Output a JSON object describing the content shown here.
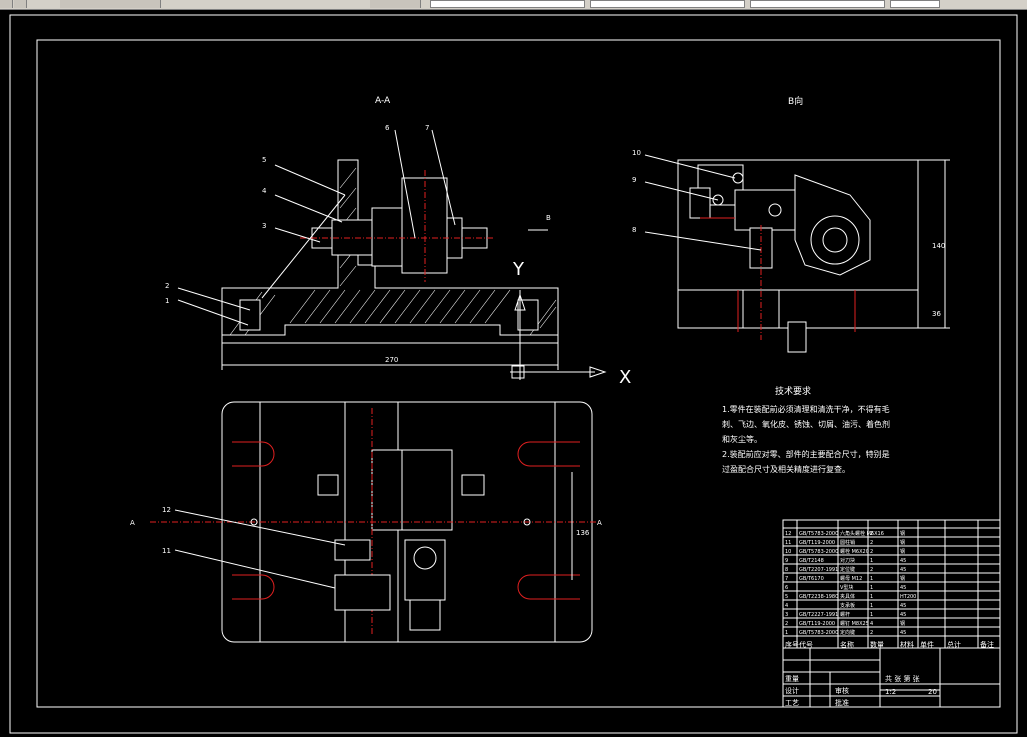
{
  "window": {
    "toolbar_fields": [
      "",
      "",
      "",
      ""
    ]
  },
  "drawing": {
    "section_a_label": "A-A",
    "view_b_label": "B向",
    "section_marker_b": "B",
    "axis_y": "Y",
    "axis_x": "X",
    "marker_a": "A",
    "dim_width": "270",
    "dim_height_right": "140",
    "dim_small_right": "36",
    "dim_plan": "136",
    "part_labels": [
      "1",
      "2",
      "3",
      "4",
      "5",
      "6",
      "7",
      "8",
      "9",
      "10",
      "11",
      "12"
    ],
    "tech_title": "技术要求",
    "tech_lines": [
      "1.零件在装配前必须清理和清洗干净，不得有毛",
      "刺、飞边、氧化皮、锈蚀、切屑、油污、着色剂",
      "和灰尘等。",
      "2.装配前应对零、部件的主要配合尺寸，特别是",
      "过盈配合尺寸及相关精度进行复查。"
    ],
    "bom_header": [
      "序号",
      "代号",
      "名称",
      "数量",
      "材料",
      "单件",
      "总计",
      "备注"
    ],
    "bom_rows": [
      [
        "12",
        "GB/T5783-2000",
        "六角头螺栓 M6X16",
        "2",
        "钢",
        "",
        "",
        ""
      ],
      [
        "11",
        "GB/T119-2000",
        "圆柱销",
        "2",
        "钢",
        "",
        "",
        ""
      ],
      [
        "10",
        "GB/T5783-2000",
        "螺栓 M6X20",
        "2",
        "钢",
        "",
        "",
        ""
      ],
      [
        "9",
        "GB/T2148",
        "对刀块",
        "1",
        "45",
        "",
        "",
        ""
      ],
      [
        "8",
        "GB/T2207-1991",
        "定位键",
        "2",
        "45",
        "",
        "",
        ""
      ],
      [
        "7",
        "GB/T6170",
        "螺母 M12",
        "1",
        "钢",
        "",
        "",
        ""
      ],
      [
        "6",
        "",
        "V型块",
        "1",
        "45",
        "",
        "",
        ""
      ],
      [
        "5",
        "GB/T2238-1980",
        "夹具体",
        "1",
        "HT200",
        "",
        "",
        ""
      ],
      [
        "4",
        "",
        "支承板",
        "1",
        "45",
        "",
        "",
        ""
      ],
      [
        "3",
        "GB/T2227-1991",
        "螺杆",
        "1",
        "45",
        "",
        "",
        ""
      ],
      [
        "2",
        "GB/T119-2000",
        "螺钉 M8X25",
        "4",
        "钢",
        "",
        "",
        ""
      ],
      [
        "1",
        "GB/T5783-2000",
        "定向键",
        "2",
        "45",
        "",
        "",
        ""
      ]
    ],
    "title_block": {
      "scale": "1:2",
      "mark": "重量",
      "sheet": "共 张 第 张",
      "design": "设计",
      "review": "审核",
      "process": "工艺",
      "approve": "批准",
      "qty": "20"
    }
  }
}
